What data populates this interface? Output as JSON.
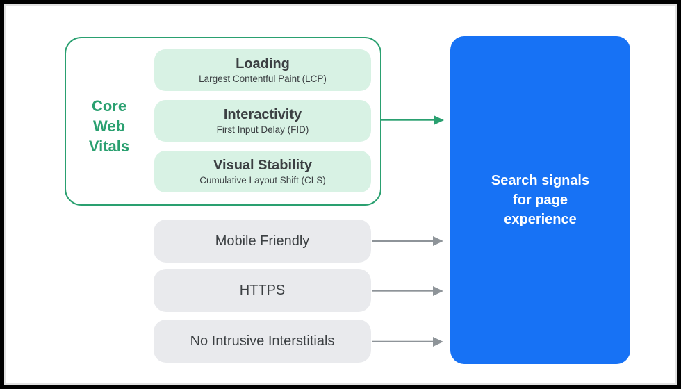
{
  "diagram_title": "Search signals for page experience diagram",
  "core_web_vitals": {
    "label_lines": [
      "Core",
      "Web",
      "Vitals"
    ],
    "items": [
      {
        "title": "Loading",
        "subtitle": "Largest Contentful Paint (LCP)"
      },
      {
        "title": "Interactivity",
        "subtitle": "First Input Delay (FID)"
      },
      {
        "title": "Visual Stability",
        "subtitle": "Cumulative Layout Shift (CLS)"
      }
    ]
  },
  "other_signals": [
    {
      "label": "Mobile Friendly"
    },
    {
      "label": "HTTPS"
    },
    {
      "label": "No Intrusive Interstitials"
    }
  ],
  "result": {
    "lines": [
      "Search signals",
      "for page",
      "experience"
    ]
  },
  "colors": {
    "frame": "#000000",
    "canvas": "#ffffff",
    "green_accent": "#2aa070",
    "green_pill_bg": "#d8f2e4",
    "gray_pill_bg": "#e9eaed",
    "dark_text": "#3c4043",
    "arrow_gray": "#8e9499",
    "result_blue": "#1772f5",
    "result_text": "#ffffff"
  }
}
